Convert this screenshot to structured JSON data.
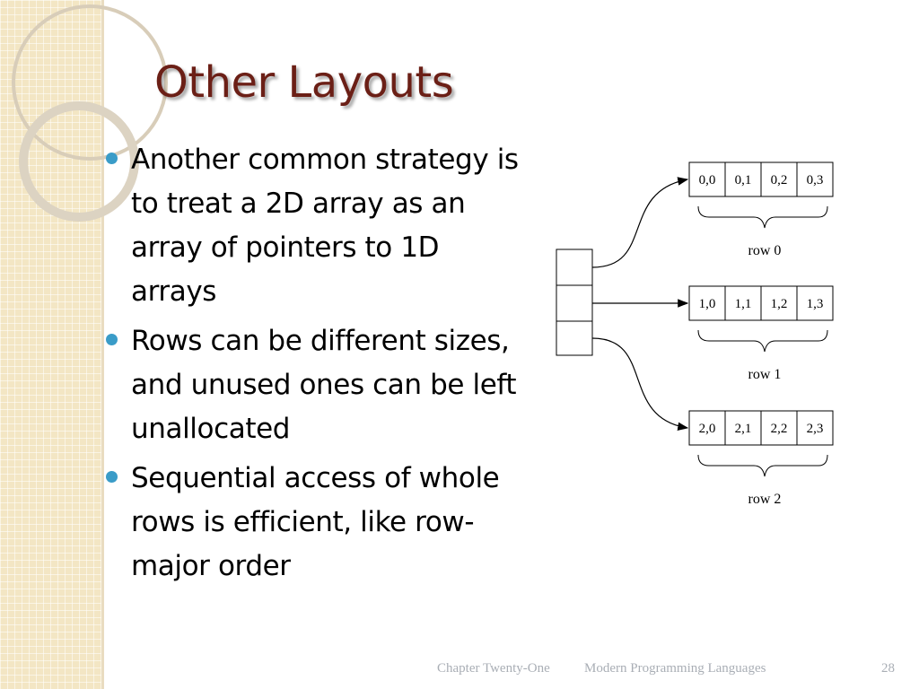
{
  "slide": {
    "title": "Other Layouts",
    "bullets": [
      "Another common strategy is to treat a 2D array as an array of pointers to 1D arrays",
      "Rows can be different sizes, and unused ones can be left unallocated",
      "Sequential access of whole rows is efficient, like row-major order"
    ]
  },
  "diagram": {
    "rows": [
      {
        "cells": [
          "0,0",
          "0,1",
          "0,2",
          "0,3"
        ],
        "label": "row 0"
      },
      {
        "cells": [
          "1,0",
          "1,1",
          "1,2",
          "1,3"
        ],
        "label": "row 1"
      },
      {
        "cells": [
          "2,0",
          "2,1",
          "2,2",
          "2,3"
        ],
        "label": "row 2"
      }
    ]
  },
  "footer": {
    "chapter": "Chapter Twenty-One",
    "book": "Modern Programming Languages",
    "page": "28"
  },
  "colors": {
    "title": "#6b1f16",
    "bullet": "#3a9cc8",
    "side_panel": "#f3e6c4",
    "footer_text": "#a9aeb5"
  }
}
